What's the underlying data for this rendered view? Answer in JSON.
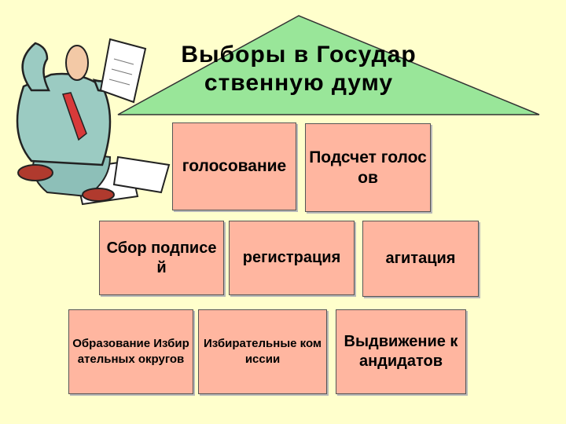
{
  "diagram": {
    "title": "Выборы в Государственную думу",
    "row1": {
      "voting": "голосование",
      "count": "Подсчет голосов"
    },
    "row2": {
      "signatures": "Сбор подписей",
      "registration": "регистрация",
      "agitation": "агитация"
    },
    "row3": {
      "districts": "Образование Избирательных округов",
      "commissions": "Избирательные комиссии",
      "nomination": "Выдвижение кандидатов"
    },
    "colors": {
      "background": "#FFFFCC",
      "roof": "#99E699",
      "box": "#FFB6A0"
    }
  }
}
